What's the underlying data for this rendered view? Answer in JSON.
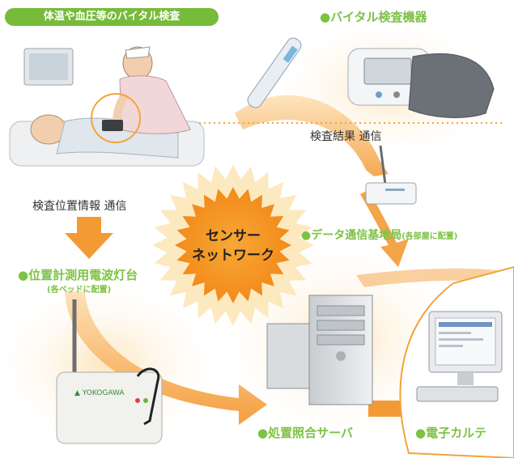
{
  "labels": {
    "vital_check": "体温や血圧等のバイタル検査",
    "vital_devices": "●バイタル検査機器",
    "result_comm": "検査結果 通信",
    "position_comm": "検査位置情報 通信",
    "base_station": "●データ通信基地局",
    "base_station_note": "(各部屋に配置)",
    "beacon": "●位置計測用電波灯台",
    "beacon_note": "(各ベッドに配置)",
    "sensor_line1": "センサー",
    "sensor_line2": "ネットワーク",
    "server": "●処置照合サーバ",
    "ehr": "●電子カルテ"
  },
  "colors": {
    "accent_green": "#7cc243",
    "arrow_orange": "#f4a040",
    "burst_orange": "#f39a2a"
  }
}
